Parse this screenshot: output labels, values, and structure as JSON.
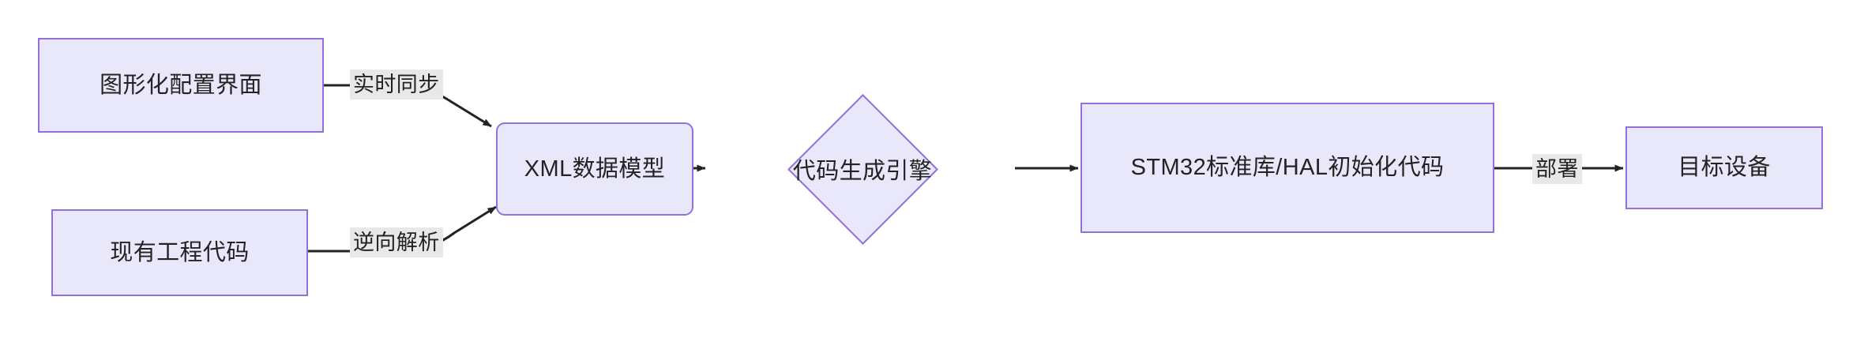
{
  "diagram": {
    "type": "flowchart",
    "direction": "left-to-right",
    "title": "STM32 configuration code generation flow",
    "colors": {
      "node_fill": "#e9e8fb",
      "node_border": "#9370db",
      "edge_stroke": "#232323",
      "edge_label_bg": "#e8e8e8",
      "text": "#232323",
      "background": "#ffffff"
    },
    "nodes": [
      {
        "id": "gui",
        "label": "图形化配置界面",
        "shape": "rect"
      },
      {
        "id": "legacy",
        "label": "现有工程代码",
        "shape": "rect"
      },
      {
        "id": "xml",
        "label": "XML数据模型",
        "shape": "rounded-rect"
      },
      {
        "id": "engine",
        "label": "代码生成引擎",
        "shape": "diamond"
      },
      {
        "id": "output",
        "label": "STM32标准库/HAL初始化代码",
        "shape": "rect"
      },
      {
        "id": "device",
        "label": "目标设备",
        "shape": "rect"
      }
    ],
    "edges": [
      {
        "from": "gui",
        "to": "xml",
        "label": "实时同步",
        "arrow": "end"
      },
      {
        "from": "legacy",
        "to": "xml",
        "label": "逆向解析",
        "arrow": "end"
      },
      {
        "from": "xml",
        "to": "engine",
        "label": "",
        "arrow": "end"
      },
      {
        "from": "engine",
        "to": "output",
        "label": "",
        "arrow": "end"
      },
      {
        "from": "output",
        "to": "device",
        "label": "部署",
        "arrow": "end"
      }
    ]
  }
}
